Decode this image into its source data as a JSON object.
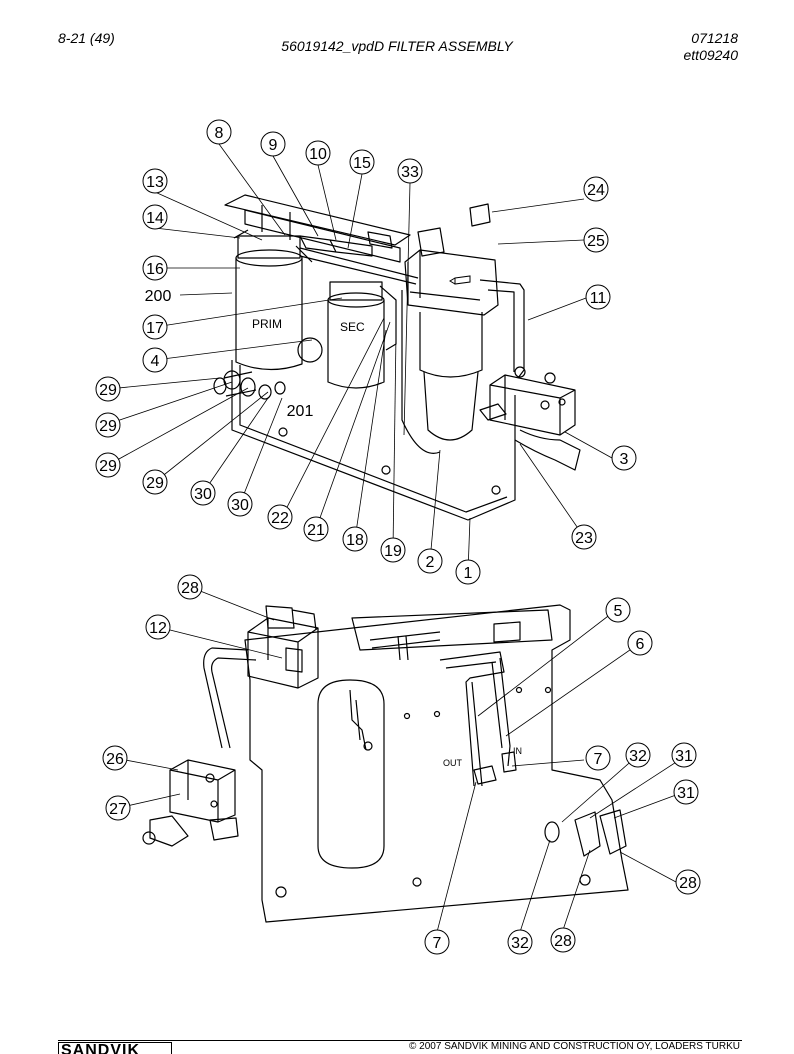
{
  "header": {
    "page": "8-21 (49)",
    "title": "56019142_vpdD FILTER ASSEMBLY",
    "date": "071218",
    "drawing_id": "ett09240"
  },
  "labels": {
    "prim": "PRIM",
    "sec": "SEC",
    "out": "OUT",
    "in": "IN"
  },
  "callouts": [
    "8",
    "9",
    "10",
    "15",
    "33",
    "13",
    "24",
    "14",
    "25",
    "16",
    "200",
    "11",
    "17",
    "4",
    "29",
    "29",
    "201",
    "29",
    "3",
    "29",
    "30",
    "30",
    "22",
    "21",
    "18",
    "19",
    "2",
    "1",
    "23",
    "28",
    "12",
    "5",
    "6",
    "26",
    "7",
    "32",
    "31",
    "27",
    "31",
    "28",
    "7",
    "32",
    "28"
  ],
  "footer": {
    "logo": "SANDVIK",
    "copyright": "© 2007 SANDVIK MINING AND CONSTRUCTION OY, LOADERS TURKU"
  }
}
